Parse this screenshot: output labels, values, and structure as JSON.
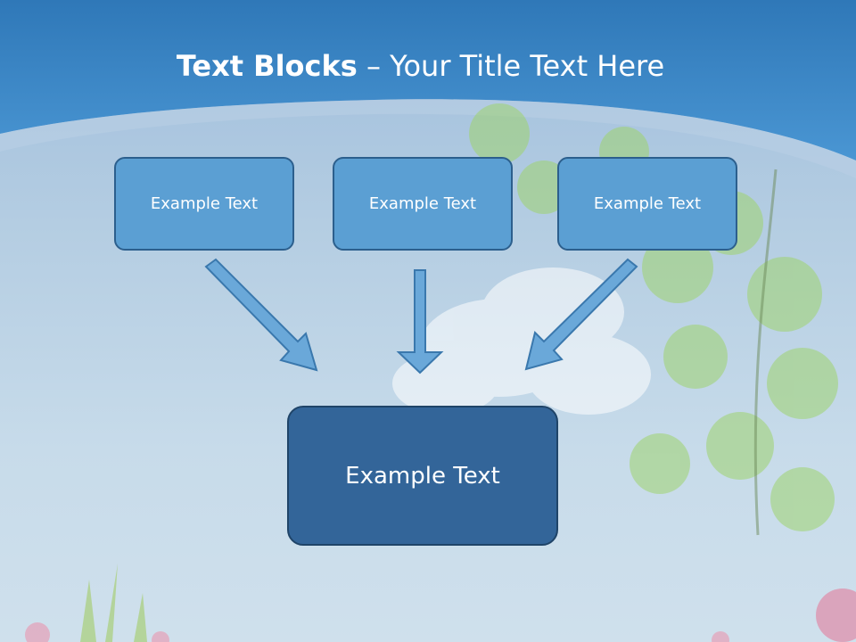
{
  "slide": {
    "title_bold": "Text Blocks",
    "title_dash": " – ",
    "title_rest": "Your Title Text Here"
  },
  "blocks": [
    {
      "text": "Example Text"
    },
    {
      "text": "Example Text"
    },
    {
      "text": "Example Text"
    }
  ],
  "target": {
    "text": "Example Text"
  },
  "colors": {
    "header": "#3d88c4",
    "box_fill": "#5b9fd3",
    "box_border": "#2c5f8d",
    "target_fill": "#336599",
    "arrow_fill": "#6aa8d9"
  }
}
